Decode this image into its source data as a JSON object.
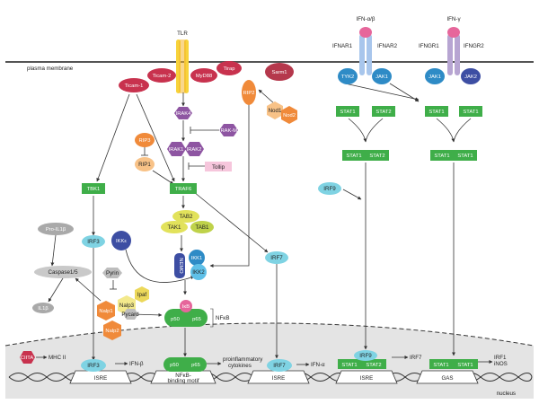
{
  "receptors": {
    "tlr": "TLR",
    "ifnab": "IFN-α/β",
    "ifnar1": "IFNAR1",
    "ifnar2": "IFNAR2",
    "ifng": "IFN-γ",
    "ifngr1": "IFNGR1",
    "ifngr2": "IFNGR2"
  },
  "compartments": {
    "plasma_membrane": "plasma membrane",
    "nucleus": "nucleus"
  },
  "proteins": {
    "ticam1": "Ticam-1",
    "ticam2": "Ticam-2",
    "myd88": "MyD88",
    "tirap": "Tirap",
    "sarm1": "Sarm1",
    "rip2": "RIP2",
    "nod1": "Nod1",
    "nod2": "Nod2",
    "irak4": "IRAK4",
    "irak_m": "IRAK-M",
    "irak1": "IRAK1",
    "irak2": "IRAK2",
    "tollip": "Tollip",
    "rip3": "RIP3",
    "rip1": "RIP1",
    "traf6": "TRAF6",
    "tbk1": "TBK1",
    "irf3": "IRF3",
    "tab2": "TAB2",
    "tak1": "TAK1",
    "tab1": "TAB1",
    "ikke": "IKKε",
    "nemo": "NEMO",
    "ikk1": "IKK1",
    "ikk2": "IKK2",
    "irf7": "IRF7",
    "pro_il1b": "Pro-IL1β",
    "caspase": "Caspase1/5",
    "il1b": "IL1β",
    "pyrin": "Pyrin",
    "ipaf": "Ipaf",
    "nalp3": "Nalp3",
    "nalp1": "Nalp1",
    "pycard": "Pycard",
    "nalp2": "Nalp2",
    "ikb": "IκB",
    "p50": "p50",
    "p65": "p65",
    "nfkb": "NFκB",
    "tyk2": "TYK2",
    "jak1": "JAK1",
    "jak2": "JAK2",
    "stat1": "STAT1",
    "stat2": "STAT2",
    "irf9": "IRF9",
    "ciita": "CIITA"
  },
  "nuclear": {
    "mhc2": "MHC II",
    "ifnb": "IFN-β",
    "proinflammatory": "proinflammatory",
    "cytokines": "cytokines",
    "ifna": "IFN-α",
    "irf7_out": "IRF7",
    "irf1": "IRF1",
    "inos": "iNOS",
    "isre": "ISRE",
    "nfkb_motif_1": "NFκB-",
    "nfkb_motif_2": "binding motif",
    "gas": "GAS"
  },
  "colors": {
    "green": "#3fae49",
    "cyan": "#7fd3e3",
    "purple": "#8e55a2",
    "tlr_yellow": "#f7d33a",
    "crimson": "#c8324e",
    "orange": "#f08a3a",
    "pink_box": "#f6c6dc",
    "grey": "#a9a9a9",
    "blue": "#3d4ea3",
    "nucleus_fill": "#e4e4e4"
  }
}
